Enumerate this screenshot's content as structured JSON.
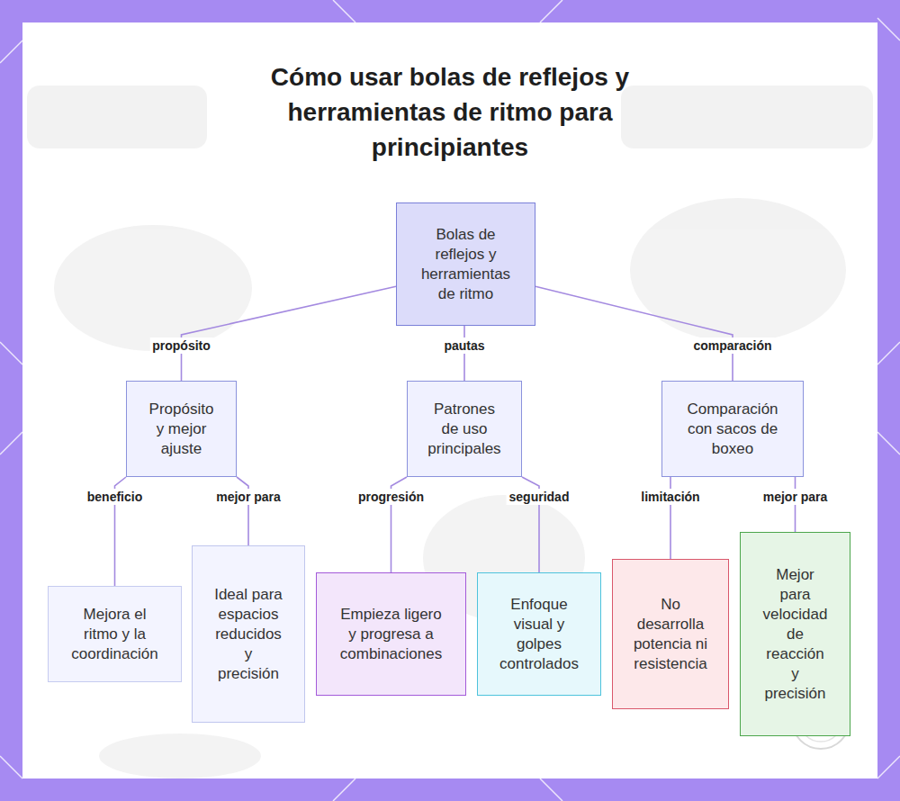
{
  "diagram": {
    "title": "Cómo usar bolas de reflejos y herramientas de ritmo para principiantes",
    "nodes": [
      {
        "text": [
          "Bolas de reflejos y herramientas de ritmo"
        ]
      },
      {
        "text": [
          "Propósito y mejor ajuste"
        ]
      },
      {
        "text": [
          "Patrones de uso principales"
        ]
      },
      {
        "text": [
          "Comparación con sacos de boxeo"
        ]
      },
      {
        "text": [
          "Mejora el ritmo y la coordinación"
        ]
      },
      {
        "text": [
          "Ideal para espacios reducidos y precisión"
        ]
      },
      {
        "text": [
          "Empieza ligero y progresa a combinaciones"
        ]
      },
      {
        "text": [
          "Enfoque visual y golpes controlados"
        ]
      },
      {
        "text": [
          "No desarrolla potencia ni resistencia"
        ]
      },
      {
        "text": [
          "Mejor para velocidad de reacción y precisión"
        ]
      }
    ],
    "edges": [
      {
        "from": 0,
        "to": 1,
        "label": "propósito",
        "arrow": "none"
      },
      {
        "from": 0,
        "to": 2,
        "label": "pautas",
        "arrow": "none"
      },
      {
        "from": 0,
        "to": 3,
        "label": "comparación",
        "arrow": "none"
      },
      {
        "from": 1,
        "to": 4,
        "label": "beneficio",
        "arrow": "none"
      },
      {
        "from": 1,
        "to": 5,
        "label": "mejor para",
        "arrow": "none"
      },
      {
        "from": 2,
        "to": 6,
        "label": "progresión",
        "arrow": "none"
      },
      {
        "from": 2,
        "to": 7,
        "label": "seguridad",
        "arrow": "none"
      },
      {
        "from": 3,
        "to": 8,
        "label": "limitación",
        "arrow": "none"
      },
      {
        "from": 3,
        "to": 9,
        "label": "mejor para",
        "arrow": "none"
      }
    ]
  }
}
